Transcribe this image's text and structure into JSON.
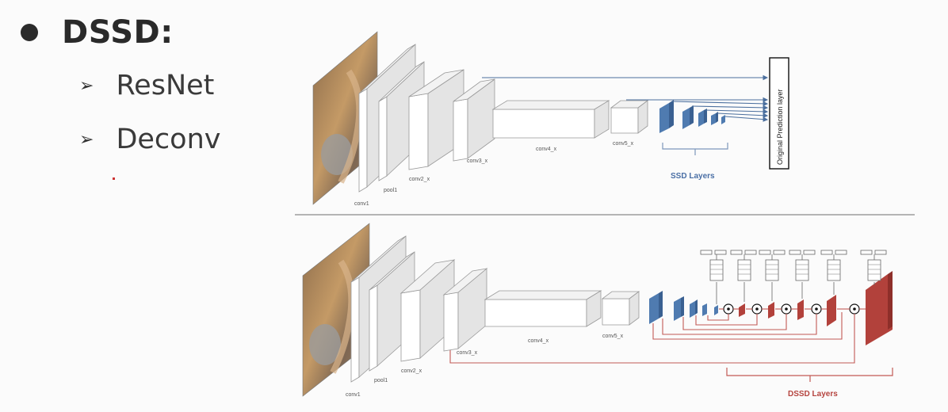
{
  "slide": {
    "title": "DSSD:",
    "bullets": [
      {
        "label": "ResNet"
      },
      {
        "label": "Deconv"
      }
    ]
  },
  "top_diagram": {
    "layers": [
      "conv1",
      "pool1",
      "conv2_x",
      "conv3_x",
      "conv4_x",
      "conv5_x"
    ],
    "ssd_label": "SSD Layers",
    "prediction_label": "Original Prediction layer"
  },
  "bottom_diagram": {
    "layers": [
      "conv1",
      "pool1",
      "conv2_x",
      "conv3_x",
      "conv4_x",
      "conv5_x"
    ],
    "dssd_label": "DSSD Layers"
  },
  "colors": {
    "ssd_blue": "#4f7bb0",
    "dssd_red": "#b2413b",
    "connector_blue": "#4b6f9e",
    "connector_red": "#c25a55"
  }
}
